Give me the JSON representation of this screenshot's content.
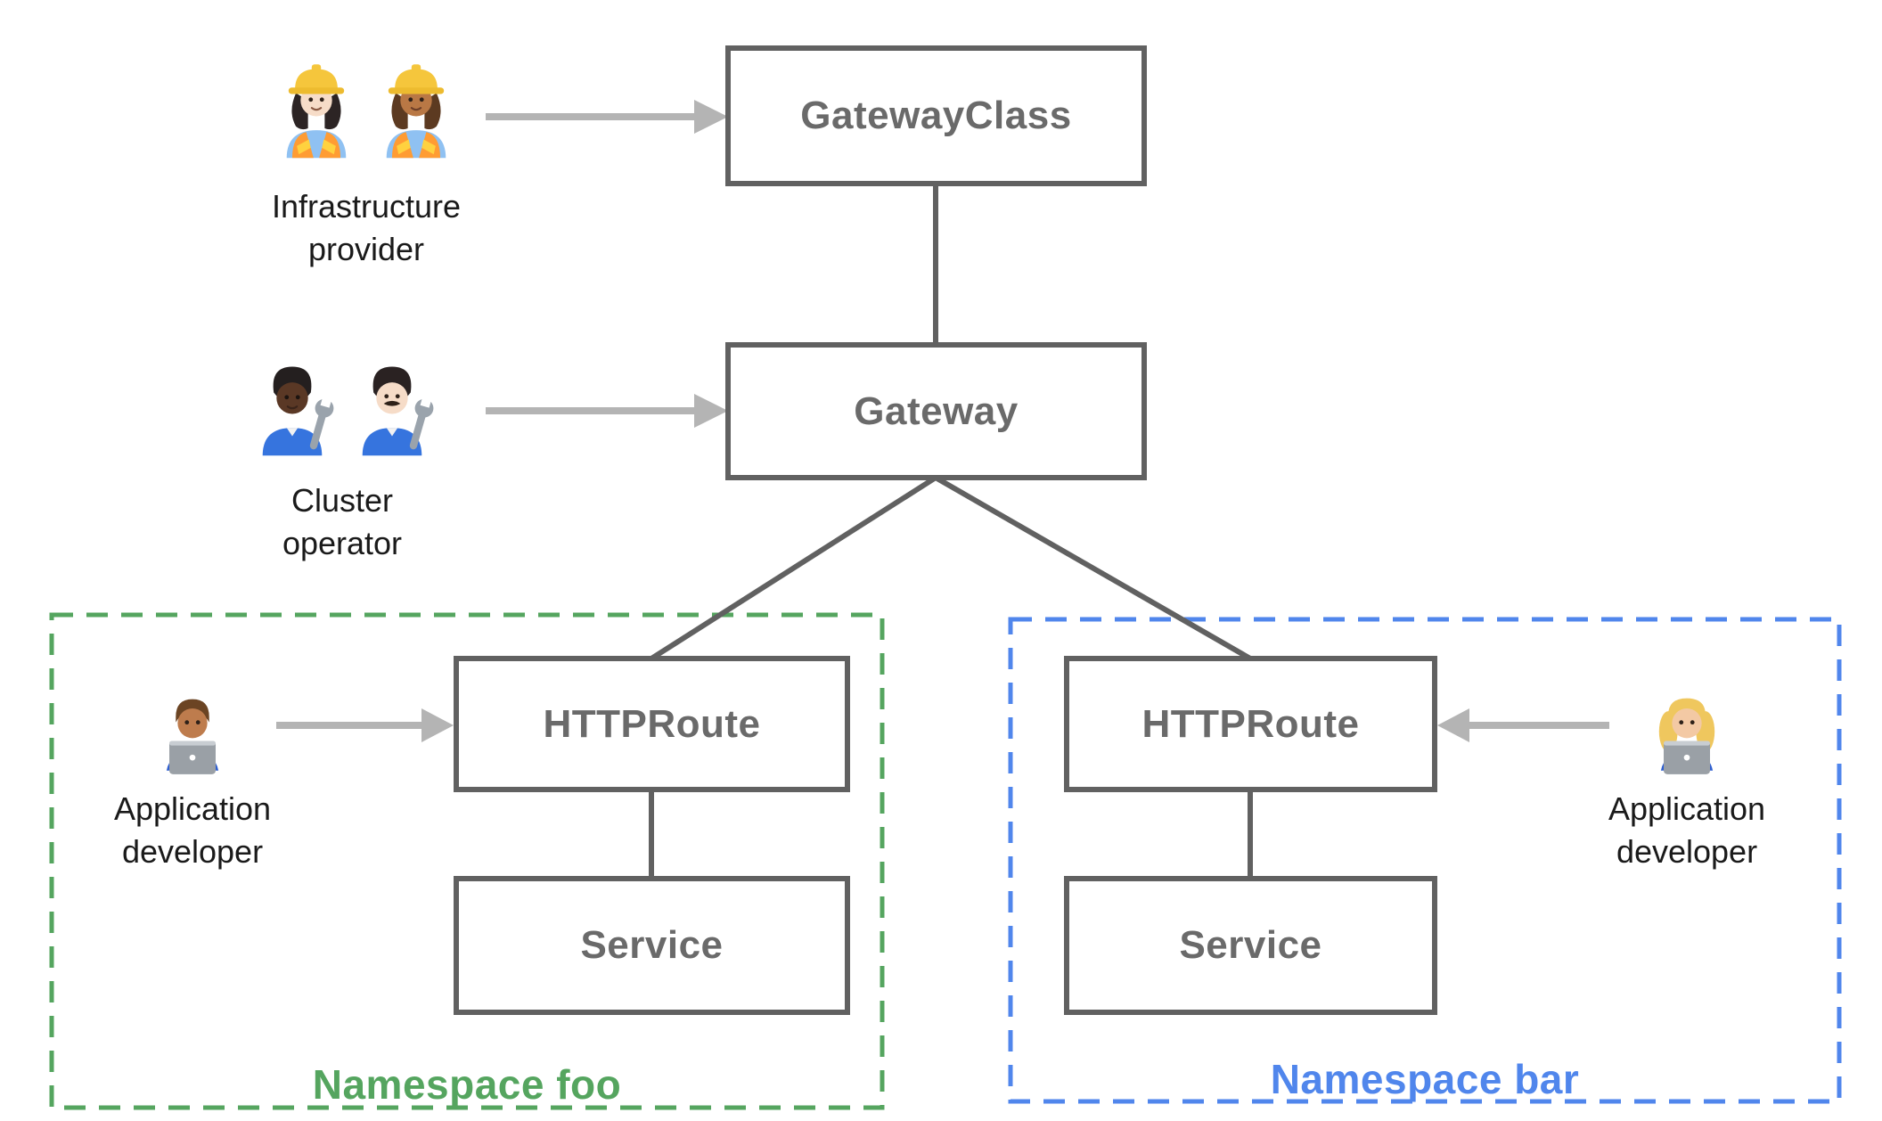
{
  "palette": {
    "box_border": "#616161",
    "box_label_text": "#6a6a6a",
    "connector_line": "#616161",
    "arrow": "#b4b4b4",
    "namespace_foo_green": "#55A55F",
    "namespace_bar_blue": "#5086EC",
    "persona_label_text": "#1a1a1a"
  },
  "boxes": {
    "gatewayclass": "GatewayClass",
    "gateway": "Gateway",
    "httproute_foo": "HTTPRoute",
    "service_foo": "Service",
    "httproute_bar": "HTTPRoute",
    "service_bar": "Service"
  },
  "namespaces": {
    "foo": {
      "label": "Namespace foo"
    },
    "bar": {
      "label": "Namespace bar"
    }
  },
  "personas": {
    "infrastructure_provider": {
      "line1": "Infrastructure",
      "line2": "provider",
      "emoji": "👷🏻‍♀️👷🏽‍♀️",
      "icons": [
        "woman-construction-worker-light",
        "woman-construction-worker-medium"
      ]
    },
    "cluster_operator": {
      "line1": "Cluster",
      "line2": "operator",
      "emoji": "🧑🏿‍🔧👨🏻‍🔧",
      "icons": [
        "mechanic-dark-skin",
        "man-mechanic-light-skin"
      ]
    },
    "app_developer_foo": {
      "line1": "Application",
      "line2": "developer",
      "emoji": "👨🏽‍💻",
      "icons": [
        "man-technologist-medium"
      ]
    },
    "app_developer_bar": {
      "line1": "Application",
      "line2": "developer",
      "emoji": "👩🏼‍💻",
      "icons": [
        "woman-technologist-blonde"
      ]
    }
  }
}
